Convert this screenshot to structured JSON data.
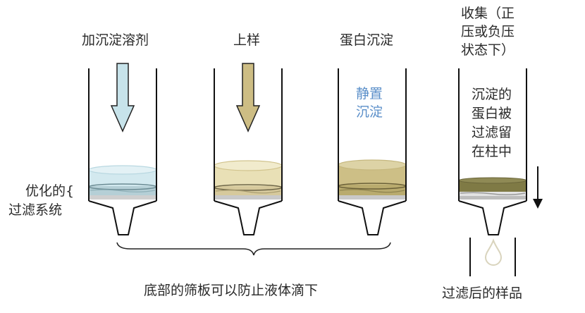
{
  "steps": [
    {
      "id": "add-precipitant",
      "title": "加沉淀溶剂",
      "arrow_color": "#c7e3ea",
      "liquid_color": "#cfe7ee"
    },
    {
      "id": "load-sample",
      "title": "上样",
      "arrow_color": "#cdbd84",
      "liquid_color": "#e6dcae"
    },
    {
      "id": "precipitate",
      "title": "蛋白沉淀",
      "note_lines": [
        "静置",
        "沉淀"
      ],
      "liquid_color": "#cbbd83"
    },
    {
      "id": "collect",
      "title_lines": [
        "收集（正",
        "压或负压",
        "状态下）"
      ],
      "note_lines": [
        "沉淀的",
        "蛋白被",
        "过滤留",
        "在柱中"
      ],
      "pellet_color": "#7f7a45"
    }
  ],
  "side_label": {
    "lines": [
      "优化的{",
      "过滤系统"
    ]
  },
  "brace_caption": "底部的筛板可以防止液体滴下",
  "collect_caption": "过滤后的样品",
  "colors": {
    "outline": "#111111",
    "frit": "#c9c9c9",
    "note_blue": "#5b8fc9",
    "drop": "#d9d4bd"
  }
}
